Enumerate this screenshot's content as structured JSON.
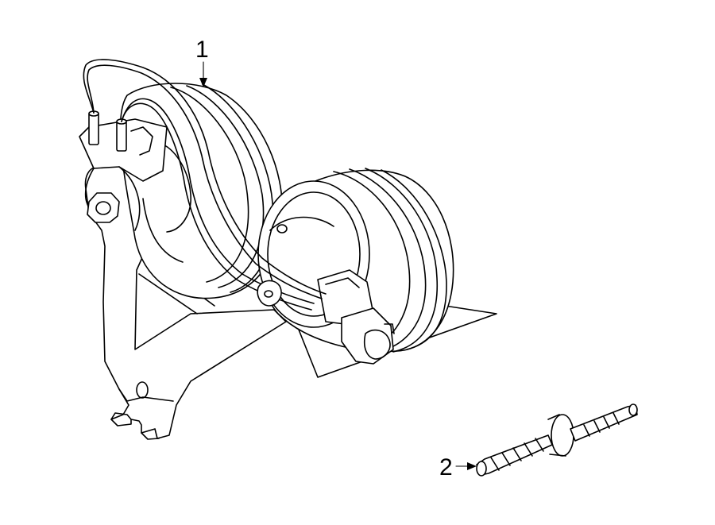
{
  "diagram": {
    "callouts": [
      {
        "label": "1",
        "part": "horn-assembly"
      },
      {
        "label": "2",
        "part": "bolt"
      }
    ]
  }
}
